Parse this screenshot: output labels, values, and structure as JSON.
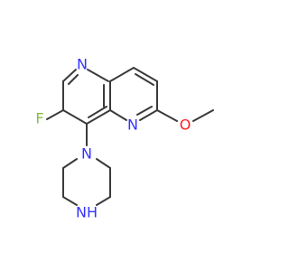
{
  "molecule": {
    "atoms": {
      "n_top": {
        "label": "N",
        "color": "#3333ff"
      },
      "n_mid": {
        "label": "N",
        "color": "#3333ff"
      },
      "n_pip": {
        "label": "N",
        "color": "#3333ff"
      },
      "nh": {
        "label": "NH",
        "color": "#3333ff"
      },
      "f": {
        "label": "F",
        "color": "#7fbf3f"
      },
      "o": {
        "label": "O",
        "color": "#ff2020"
      }
    },
    "bond_color": "#3a3a3a"
  }
}
